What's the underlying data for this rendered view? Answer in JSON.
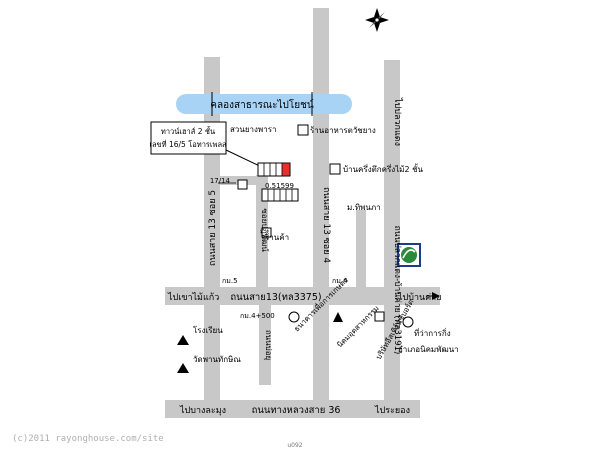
{
  "canal": {
    "label": "คลองสาธารณะไปโยชน์"
  },
  "destinations": {
    "left_main": "ไปเขาไม้แก้ว",
    "right_main": "ไปบ้านค่าย",
    "bottom_left": "ไปบางละมุง",
    "bottom_right": "ไประยอง",
    "top_right": "ไปปลวกแดง"
  },
  "roads": {
    "main_road": "ถนนสาย13(ทล3375)",
    "highway": "ถนนทางหลวงสาย 36",
    "soi5": "ถนนสาย 13 ซอย 5",
    "soi4": "ถนนสาย 13 ซอย 4",
    "side_road": "ถนนปลวกแดง-บ้านค่าย (ทล3191)",
    "lane_a": "ซอยปฎิพัฒน์",
    "lane_b": "ถนนบ่อยุ"
  },
  "callout": {
    "line1": "ทาวน์เฮาส์ 2 ชั้น",
    "line2": "เลขที่ 16/5 โอทารเพลส"
  },
  "places": {
    "rubber": "สวนยางพารา",
    "shop_top": "ร้านอาหารตวัชยาง",
    "house2": "บ้านครึ่งตึกครึ่งไม้2 ชั้น",
    "shop": "ร้านค้า",
    "temple_right": "ม.ทิพนภา",
    "school": "โรงเรียน",
    "temple": "วัดพานทักษิณ",
    "factory1": "ธนาคารเพื่อการเกษตร",
    "factory2": "นิคมอุตสาหกรรม",
    "factory3": "บริษัทอีสเทิร์นซีบอร์ด",
    "right_building": "ที่ว่าการกิ่ง",
    "right_building2": "อำเภอนิคมพัฒนา"
  },
  "markers": {
    "km5": "กม.5",
    "km4": "กม.4",
    "km4_500": "กม.4+500",
    "soi_17_14": "17/14",
    "soi_num": "0.51599"
  },
  "footer": {
    "copyright": "(c)2011 rayonghouse.com/site",
    "code": "u092"
  },
  "colors": {
    "road": "#c8c8c8",
    "canal": "#a9d3f5",
    "highlight": "#e63030",
    "ptt": "#2a8a3a"
  }
}
